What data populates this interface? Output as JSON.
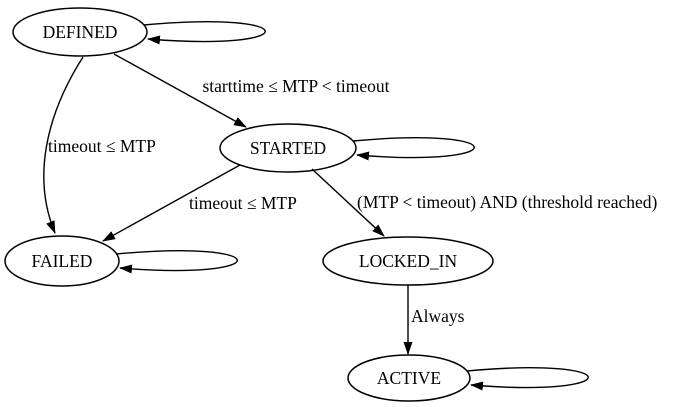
{
  "diagram": {
    "kind": "state-transition-diagram",
    "colors": {
      "background": "#ffffff",
      "line": "#000000",
      "text": "#000000"
    },
    "nodes": [
      {
        "id": "DEFINED",
        "label": "DEFINED",
        "shape": "ellipse",
        "self_loop": true
      },
      {
        "id": "STARTED",
        "label": "STARTED",
        "shape": "ellipse",
        "self_loop": true
      },
      {
        "id": "FAILED",
        "label": "FAILED",
        "shape": "ellipse",
        "self_loop": true
      },
      {
        "id": "LOCKED_IN",
        "label": "LOCKED_IN",
        "shape": "ellipse",
        "self_loop": false
      },
      {
        "id": "ACTIVE",
        "label": "ACTIVE",
        "shape": "ellipse",
        "self_loop": true
      }
    ],
    "edges": [
      {
        "from": "DEFINED",
        "to": "DEFINED"
      },
      {
        "from": "DEFINED",
        "to": "STARTED",
        "label": "starttime ≤ MTP < timeout"
      },
      {
        "from": "DEFINED",
        "to": "FAILED",
        "label": "timeout ≤ MTP"
      },
      {
        "from": "STARTED",
        "to": "STARTED"
      },
      {
        "from": "STARTED",
        "to": "FAILED",
        "label": "timeout ≤ MTP"
      },
      {
        "from": "STARTED",
        "to": "LOCKED_IN",
        "label": "(MTP < timeout) AND (threshold reached)"
      },
      {
        "from": "FAILED",
        "to": "FAILED"
      },
      {
        "from": "LOCKED_IN",
        "to": "ACTIVE",
        "label": "Always"
      },
      {
        "from": "ACTIVE",
        "to": "ACTIVE"
      }
    ]
  }
}
